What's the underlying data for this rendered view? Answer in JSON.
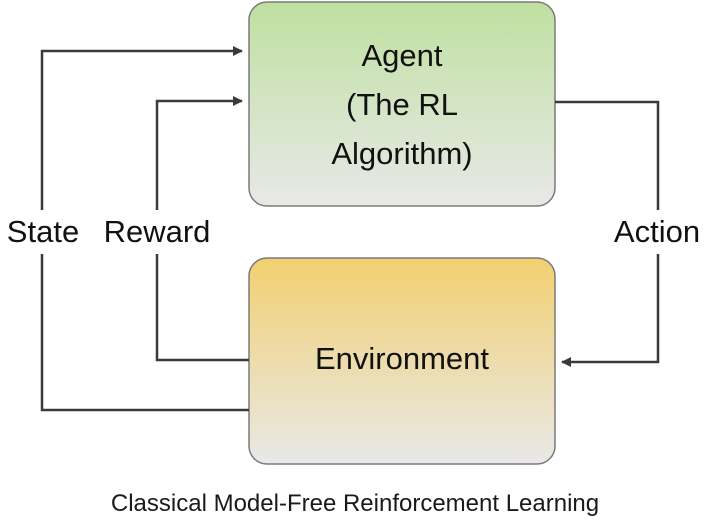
{
  "agent": {
    "line1": "Agent",
    "line2": "(The RL",
    "line3": "Algorithm)"
  },
  "environment": {
    "label": "Environment"
  },
  "edges": {
    "state": "State",
    "reward": "Reward",
    "action": "Action"
  },
  "caption": "Classical Model-Free Reinforcement Learning",
  "colors": {
    "agent_top": "#bfe0a0",
    "agent_bottom": "#e8e8e8",
    "environment_top": "#f2d070",
    "environment_bottom": "#e8e8e8",
    "box_border": "#7a7a7a",
    "arrow": "#3a3a3a"
  }
}
